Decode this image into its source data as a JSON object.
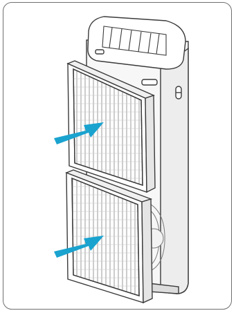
{
  "figure": {
    "subject": "air-purifier-filter-installation",
    "colors": {
      "outline": "#3a3a3a",
      "body_fill": "#ffffff",
      "filter_pleat": "#9a9a9a",
      "arrow": "#1aa3cf",
      "frame_border": "#6e6e6e"
    },
    "arrows": [
      {
        "name": "upper-filter-insert-arrow",
        "direction": "into-unit"
      },
      {
        "name": "lower-filter-insert-arrow",
        "direction": "into-unit"
      }
    ],
    "filters": [
      {
        "name": "upper-filter"
      },
      {
        "name": "lower-filter"
      }
    ]
  }
}
